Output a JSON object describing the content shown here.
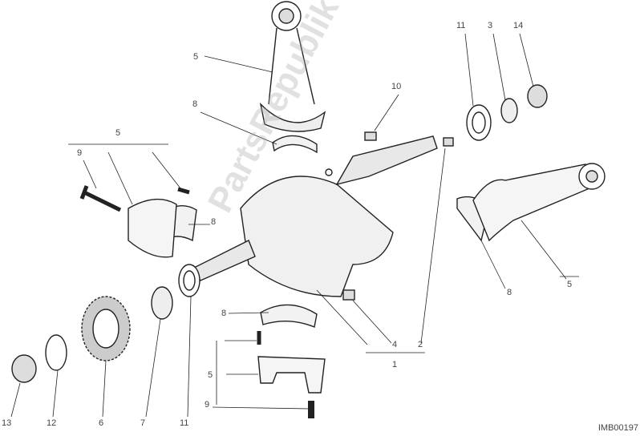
{
  "diagram_code": "IMB00197",
  "watermark": "PartsRepublik",
  "callouts": {
    "c5_top": "5",
    "c8_top": "8",
    "c10": "10",
    "c11_top": "11",
    "c3": "3",
    "c14": "14",
    "c5_left": "5",
    "c9_left": "9",
    "c8_left": "8",
    "c8_bottom": "8",
    "c5_bottom": "5",
    "c9_bottom": "9",
    "c13": "13",
    "c12": "12",
    "c6": "6",
    "c7": "7",
    "c11_bottom": "11",
    "c4": "4",
    "c2": "2",
    "c1": "1",
    "c8_right": "8",
    "c5_right": "5"
  }
}
